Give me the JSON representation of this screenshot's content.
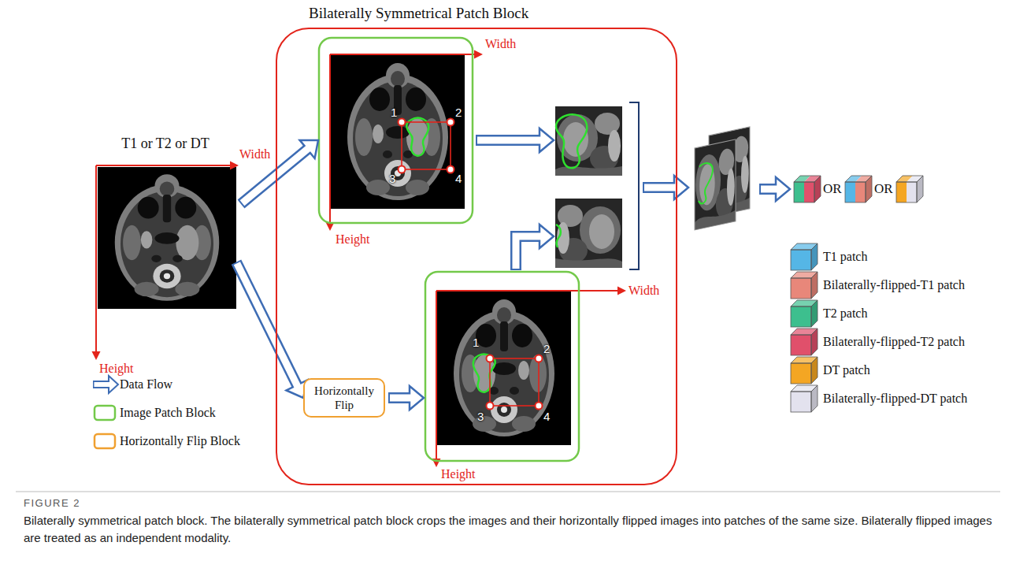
{
  "diagram": {
    "caption": "Bilaterally symmetrical patch block. The bilaterally symmetrical patch block crops the images and their horizontally flipped images into patches of the same size. Bilaterally flipped images are treated as an independent modality.",
    "nodes": [
      {
        "text": [
          "T1 or T2 or DT"
        ]
      },
      {
        "text": [
          "Bilaterally Symmetrical Patch Block"
        ]
      },
      {
        "text": [
          "Horizontally Flip"
        ],
        "in": 1
      }
    ],
    "edges": [
      {
        "from": 0,
        "to": 2,
        "arrow": "to"
      }
    ],
    "labels": [
      "Width",
      "Height",
      "Width",
      "Height",
      "1",
      "2",
      "3",
      "4",
      "Width",
      "Height",
      "1",
      "2",
      "3",
      "4",
      "OR",
      "OR",
      "FIGURE 2"
    ],
    "legend": [
      {
        "text": "Data Flow"
      },
      {
        "text": "Image Patch Block"
      },
      {
        "text": "Horizontally Flip Block"
      },
      {
        "text": "T1 patch",
        "color": "#55b6e6"
      },
      {
        "text": "Bilaterally-flipped-T1 patch",
        "color": "#e8877a"
      },
      {
        "text": "T2 patch",
        "color": "#3dbf8e"
      },
      {
        "text": "Bilaterally-flipped-T2 patch",
        "color": "#e0506b"
      },
      {
        "text": "DT patch",
        "color": "#f4a623"
      },
      {
        "text": "Bilaterally-flipped-DT patch",
        "color": "#e3e2ee"
      }
    ]
  }
}
